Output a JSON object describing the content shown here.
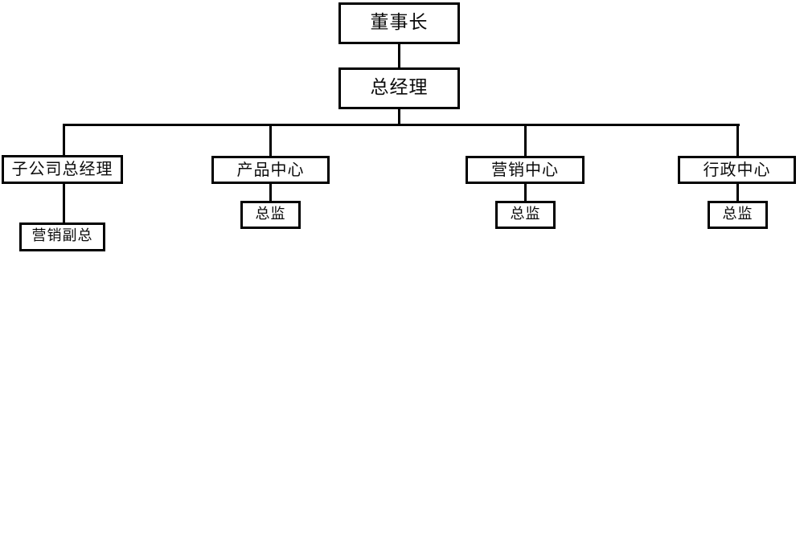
{
  "diagram": {
    "type": "organization-chart",
    "background_color": "#ffffff",
    "line_color": "#000000",
    "text_color": "#0b0b0b",
    "levels": [
      {
        "level": 1,
        "nodes": [
          {
            "id": "chairman",
            "label": "董事长"
          }
        ]
      },
      {
        "level": 2,
        "nodes": [
          {
            "id": "general_manager",
            "label": "总经理"
          }
        ]
      },
      {
        "level": 3,
        "nodes": [
          {
            "id": "subsidiary_gm",
            "label": "子公司总经理"
          },
          {
            "id": "product_center",
            "label": "产品中心"
          },
          {
            "id": "marketing_center",
            "label": "营销中心"
          },
          {
            "id": "admin_center",
            "label": "行政中心"
          }
        ]
      },
      {
        "level": 4,
        "nodes": [
          {
            "id": "marketing_vp",
            "label": "营销副总"
          },
          {
            "id": "product_director",
            "label": "总监"
          },
          {
            "id": "marketing_director",
            "label": "总监"
          },
          {
            "id": "admin_director",
            "label": "总监"
          }
        ]
      }
    ],
    "nodes": {
      "chairman": "董事长",
      "general_manager": "总经理",
      "subsidiary_gm": "子公司总经理",
      "product_center": "产品中心",
      "marketing_center": "营销中心",
      "admin_center": "行政中心",
      "marketing_vp": "营销副总",
      "product_director": "总监",
      "marketing_director": "总监",
      "admin_director": "总监"
    },
    "edges": [
      {
        "from": "chairman",
        "to": "general_manager"
      },
      {
        "from": "general_manager",
        "to": "subsidiary_gm"
      },
      {
        "from": "general_manager",
        "to": "product_center"
      },
      {
        "from": "general_manager",
        "to": "marketing_center"
      },
      {
        "from": "general_manager",
        "to": "admin_center"
      },
      {
        "from": "subsidiary_gm",
        "to": "marketing_vp"
      },
      {
        "from": "product_center",
        "to": "product_director"
      },
      {
        "from": "marketing_center",
        "to": "marketing_director"
      },
      {
        "from": "admin_center",
        "to": "admin_director"
      }
    ]
  }
}
